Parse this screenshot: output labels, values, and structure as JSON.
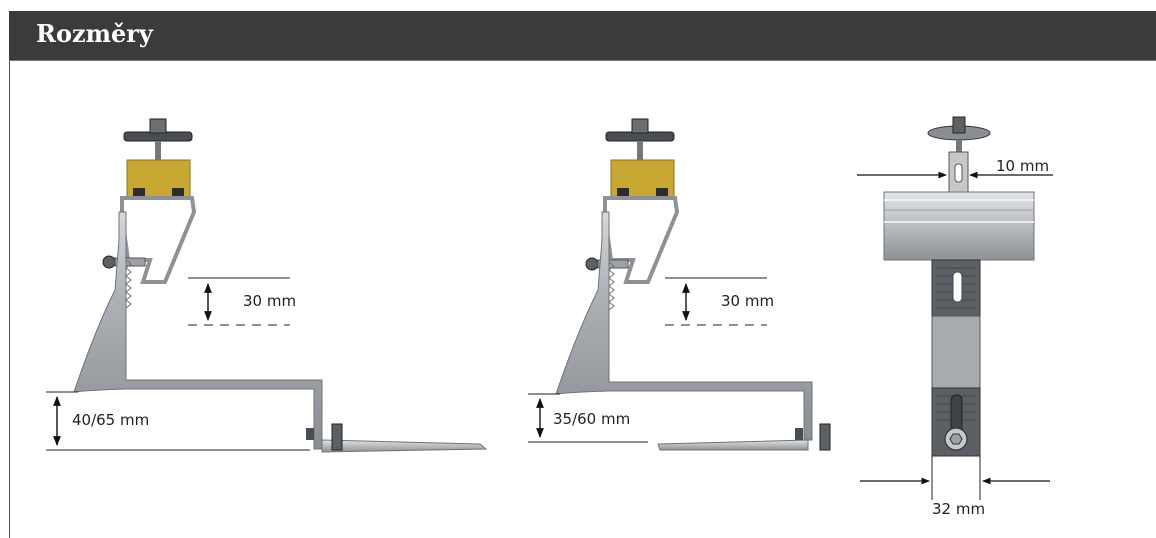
{
  "header": {
    "title": "Rozměry"
  },
  "labels": {
    "left_gap": "30 mm",
    "left_height": "40/65 mm",
    "middle_gap": "30 mm",
    "middle_height": "35/60 mm",
    "right_top": "10 mm",
    "right_bottom": "32 mm"
  },
  "colors": {
    "header_bg": "#3b3b3b",
    "block_yellow": "#c8a832",
    "metal": "#b9bcbf",
    "metal_dark": "#6f7378"
  }
}
